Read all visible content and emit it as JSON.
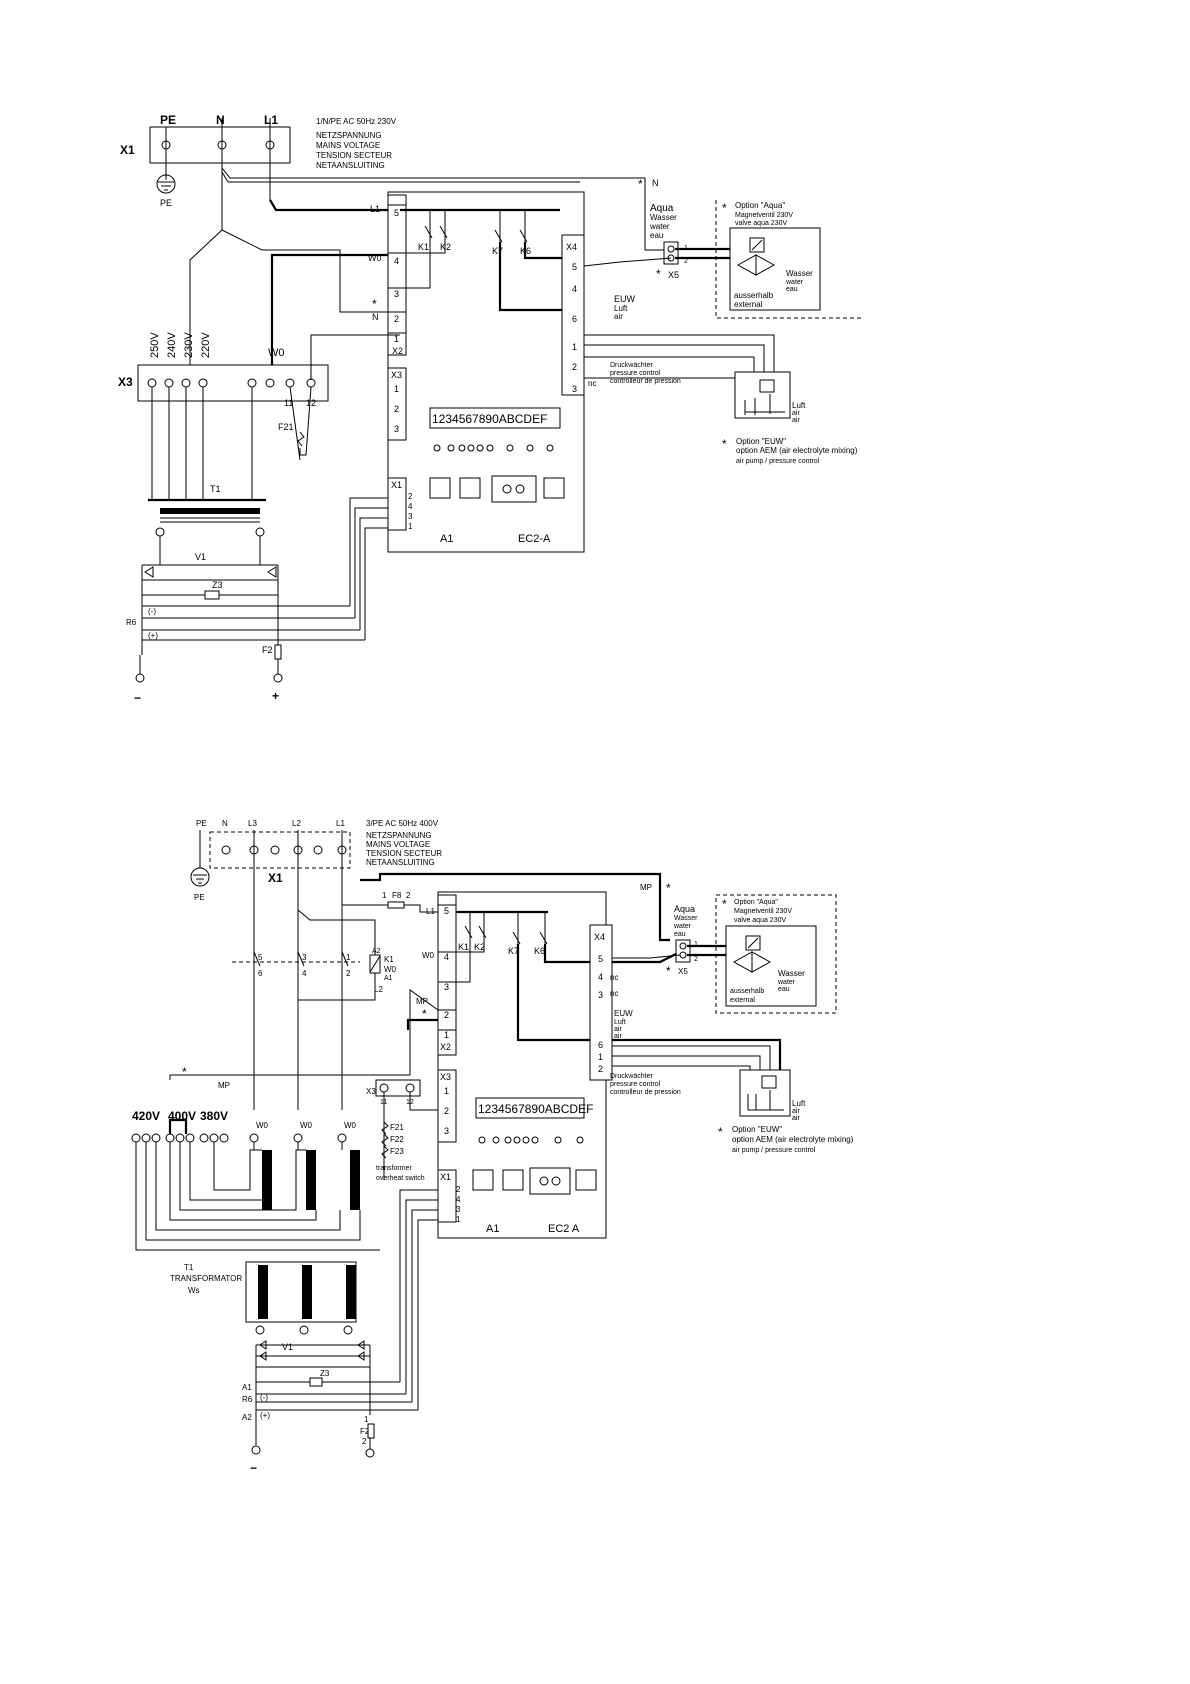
{
  "top": {
    "supply": {
      "terminal_block": "X1",
      "terminals": [
        "PE",
        "N",
        "L1"
      ],
      "earth": "PE",
      "rating": "1/N/PE AC 50Hz 230V",
      "lines": [
        "NETZSPANNUNG",
        "MAINS VOLTAGE",
        "TENSION SECTEUR",
        "NETAANSLUITING"
      ],
      "n_label": "N"
    },
    "transformer_block": {
      "name": "X3",
      "taps": [
        "250V",
        "240V",
        "230V",
        "220V"
      ],
      "w0": "W0",
      "t11": "11",
      "t12": "12",
      "fuse": "F21",
      "transformer": "T1"
    },
    "rectifier": {
      "v1": "V1",
      "z3": "Z3",
      "r6": "R6",
      "minus": "(-)",
      "plus": "(+)",
      "fuse": "F2",
      "neg": "−",
      "pos": "+"
    },
    "controller": {
      "l1": "L1",
      "w0": "W0",
      "n": "N",
      "pins_left": [
        "5",
        "4",
        "3",
        "2",
        "1"
      ],
      "x2": "X2",
      "x3": "X3",
      "x3_pins": [
        "1",
        "2",
        "3"
      ],
      "x1": "X1",
      "x1_pins": [
        "2",
        "4",
        "3",
        "1"
      ],
      "k1": "K1",
      "k2": "K2",
      "k7": "K7",
      "k6": "K6",
      "x4": "X4",
      "x4_pins": [
        "5",
        "4",
        "6",
        "1",
        "2",
        "3"
      ],
      "nc": "nc",
      "display": "1234567890ABCDEF",
      "a1": "A1",
      "model": "EC2-A"
    },
    "aqua": {
      "star": "*",
      "title": "Option \"Aqua\"",
      "line1": "Magnetventil 230V",
      "line2": "valve aqua 230V",
      "aqua": "Aqua",
      "wasser": "Wasser",
      "water": "water",
      "eau": "eau",
      "x5": "X5",
      "pin1": "1",
      "pin2": "2",
      "valve_wasser": "Wasser",
      "valve_water": "water",
      "valve_eau": "eau",
      "ausserhalb": "ausserhalb",
      "external": "external"
    },
    "euw": {
      "euw": "EUW",
      "luft": "Luft",
      "air": "air",
      "druck1": "Druckwächter",
      "druck2": "pressure control",
      "druck3": "controlleur de pression",
      "pump_luft": "Luft",
      "pump_air1": "air",
      "pump_air2": "air",
      "title": "Option \"EUW\"",
      "line1": "option AEM (air electrolyte mixing)",
      "line2": "air pump / pressure control"
    }
  },
  "bottom": {
    "supply": {
      "terminal_block": "X1",
      "terminals": [
        "PE",
        "N",
        "L3",
        "L2",
        "L1"
      ],
      "earth": "PE",
      "rating": "3/PE AC 50Hz 400V",
      "lines": [
        "NETZSPANNUNG",
        "MAINS VOLTAGE",
        "TENSION SECTEUR",
        "NETAANSLUITING"
      ],
      "mp": "MP"
    },
    "contactor": {
      "upper": [
        "5",
        "3",
        "1"
      ],
      "lower": [
        "6",
        "4",
        "2"
      ],
      "a2": "A2",
      "k1": "K1",
      "w0": "W0",
      "a1": "A1",
      "l2": "L2",
      "f8": "F8",
      "f8_1": "1",
      "f8_2": "2",
      "l1": "L1"
    },
    "transformer": {
      "taps": [
        "420V",
        "400V",
        "380V"
      ],
      "w0": "W0",
      "x3": "X3",
      "t11": "11",
      "t12": "12",
      "fuses": [
        "F21",
        "F22",
        "F23"
      ],
      "switch1": "transformer",
      "switch2": "overheat switch",
      "mp": "MP",
      "star": "*",
      "t1": "T1",
      "t1_name": "TRANSFORMATOR",
      "ws": "Ws"
    },
    "rectifier": {
      "v1": "V1",
      "z3": "Z3",
      "a1": "A1",
      "r6": "R6",
      "minus": "(-)",
      "plus": "(+)",
      "a2": "A2",
      "f2": "F2",
      "f2_1": "1",
      "f2_2": "2",
      "neg": "−"
    },
    "controller": {
      "w0": "W0",
      "mp": "MP",
      "pins_left": [
        "5",
        "4",
        "3",
        "2",
        "1"
      ],
      "x2": "X2",
      "x3": "X3",
      "x3_pins": [
        "1",
        "2",
        "3"
      ],
      "x1": "X1",
      "x1_pins": [
        "2",
        "4",
        "3",
        "1"
      ],
      "k1": "K1",
      "k2": "K2",
      "k7": "K7",
      "k6": "K6",
      "x4": "X4",
      "x4_pins": [
        "5",
        "4",
        "3",
        "6",
        "1",
        "2"
      ],
      "nc": "nc",
      "display": "1234567890ABCDEF",
      "a1": "A1",
      "model": "EC2 A"
    },
    "aqua": {
      "star": "*",
      "title": "Option \"Aqua\"",
      "line1": "Magnetventil 230V",
      "line2": "valve aqua 230V",
      "aqua": "Aqua",
      "wasser": "Wasser",
      "water": "water",
      "eau": "eau",
      "x5": "X5",
      "pin1": "1",
      "pin2": "2",
      "valve_wasser": "Wasser",
      "valve_water": "water",
      "valve_eau": "eau",
      "ausserhalb": "ausserhalb",
      "external": "external"
    },
    "euw": {
      "euw": "EUW",
      "luft": "Luft",
      "air": "air",
      "air2": "air",
      "druck1": "Druckwächter",
      "druck2": "pressure control",
      "druck3": "controlleur de pression",
      "pump_luft": "Luft",
      "pump_air1": "air",
      "pump_air2": "air",
      "title": "Option \"EUW\"",
      "line1": "option AEM (air electrolyte mixing)",
      "line2": "air pump / pressure control"
    }
  }
}
